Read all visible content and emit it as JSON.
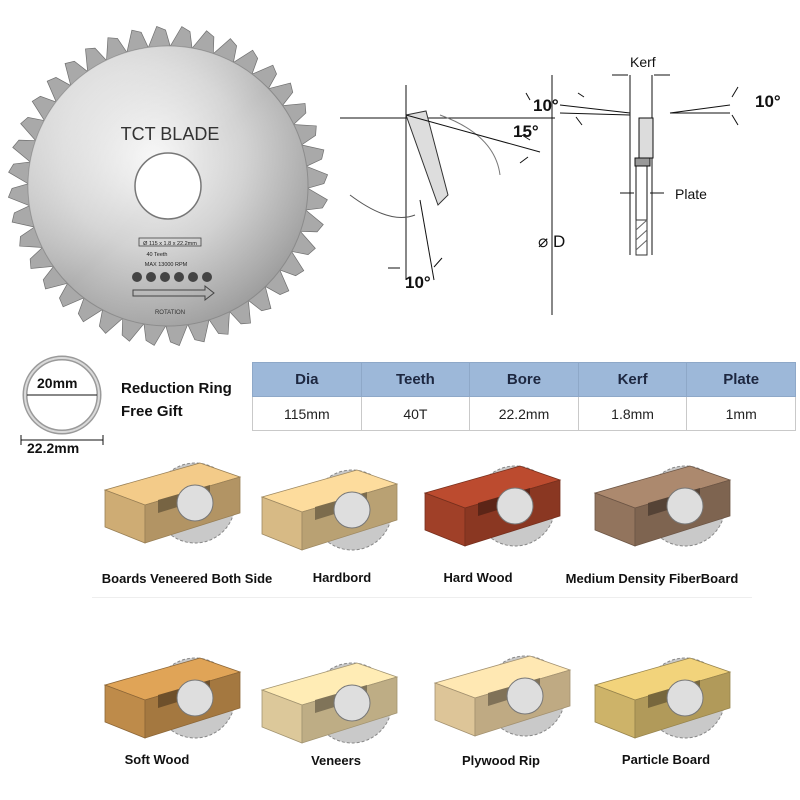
{
  "blade": {
    "brand": "TCT BLADE",
    "spec_line": "Ø 115 x 1.8 x 22.2mm",
    "teeth_line": "40 Teeth",
    "rpm_line": "MAX 13000 RPM",
    "rotation": "ROTATION"
  },
  "diagram": {
    "angle_top": "10°",
    "angle_clearance": "15°",
    "angle_bottom": "10°",
    "diameter": "⌀ D",
    "kerf": "Kerf",
    "angle_right": "10°",
    "plate": "Plate"
  },
  "ring": {
    "inner": "20mm",
    "outer": "22.2mm",
    "gift_line1": "Reduction Ring",
    "gift_line2": "Free Gift"
  },
  "specs": {
    "headers": [
      "Dia",
      "Teeth",
      "Bore",
      "Kerf",
      "Plate"
    ],
    "values": [
      "115mm",
      "40T",
      "22.2mm",
      "1.8mm",
      "1mm"
    ]
  },
  "materials": [
    {
      "label": "Boards Veneered Both Side",
      "color": "#d9b57a"
    },
    {
      "label": "Hardbord",
      "color": "#e2c48c"
    },
    {
      "label": "Hard Wood",
      "color": "#a8432a"
    },
    {
      "label": "Medium Density FiberBoard",
      "color": "#9a7a62"
    },
    {
      "label": "Soft Wood",
      "color": "#c8924e"
    },
    {
      "label": "Veneers",
      "color": "#e8d3a2"
    },
    {
      "label": "Plywood Rip",
      "color": "#e9cfa0"
    },
    {
      "label": "Particle Board",
      "color": "#d8bc6e"
    }
  ]
}
